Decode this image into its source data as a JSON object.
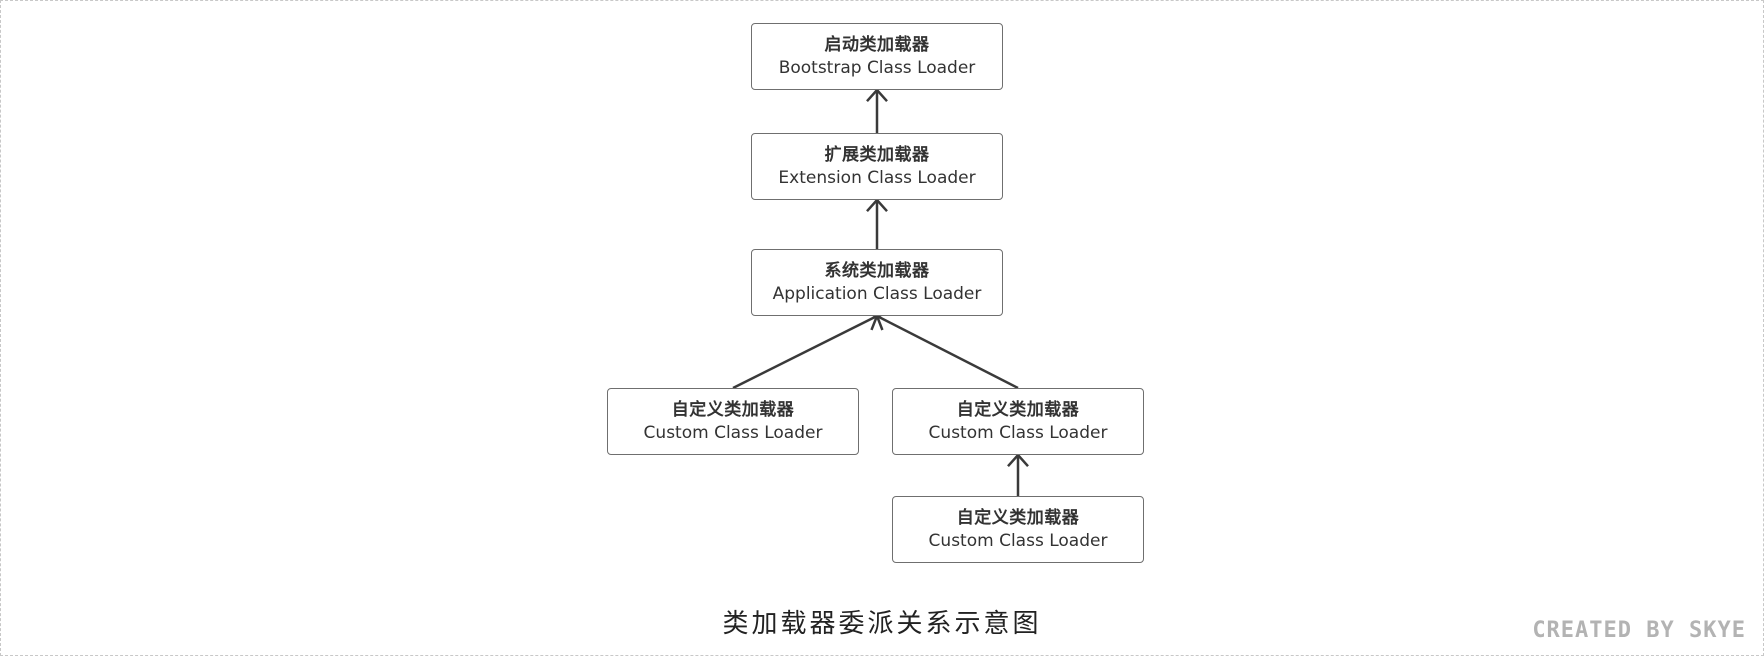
{
  "diagram": {
    "nodes": [
      {
        "id": "bootstrap",
        "zh": "启动类加载器",
        "en": "Bootstrap Class Loader"
      },
      {
        "id": "extension",
        "zh": "扩展类加载器",
        "en": "Extension Class Loader"
      },
      {
        "id": "application",
        "zh": "系统类加载器",
        "en": "Application Class Loader"
      },
      {
        "id": "custom-1",
        "zh": "自定义类加载器",
        "en": "Custom Class Loader"
      },
      {
        "id": "custom-2",
        "zh": "自定义类加载器",
        "en": "Custom Class Loader"
      },
      {
        "id": "custom-3",
        "zh": "自定义类加载器",
        "en": "Custom Class Loader"
      }
    ],
    "edges": [
      {
        "from": "extension",
        "to": "bootstrap"
      },
      {
        "from": "application",
        "to": "extension"
      },
      {
        "from": "custom-1",
        "to": "application"
      },
      {
        "from": "custom-2",
        "to": "application"
      },
      {
        "from": "custom-3",
        "to": "custom-2"
      }
    ],
    "caption": "类加载器委派关系示意图",
    "watermark": "CREATED BY SKYE",
    "colors": {
      "stroke": "#6f6f6f",
      "arrow": "#3a3a3a",
      "text": "#333333",
      "watermark": "#b3b3b3"
    }
  }
}
